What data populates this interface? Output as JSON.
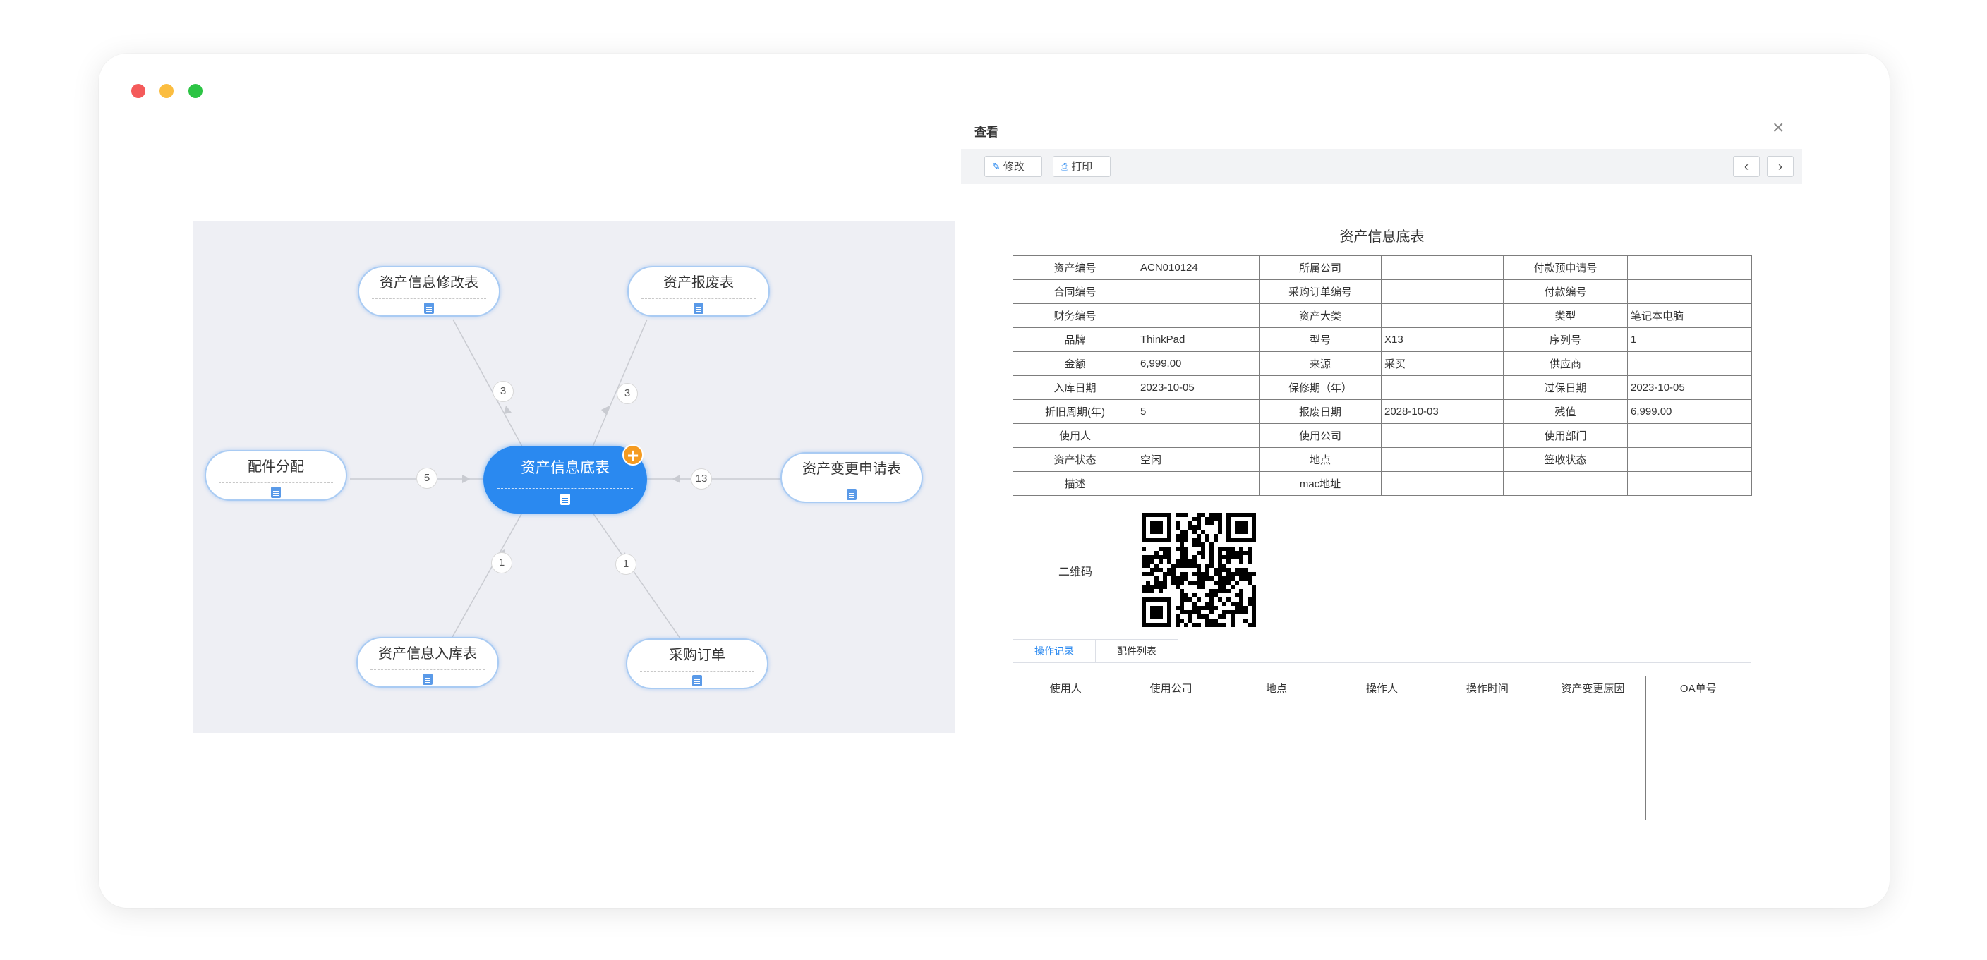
{
  "mindmap": {
    "center": {
      "label": "资产信息底表"
    },
    "nodes": [
      {
        "label": "资产信息修改表",
        "count": "3"
      },
      {
        "label": "资产报废表",
        "count": "3"
      },
      {
        "label": "配件分配",
        "count": "5"
      },
      {
        "label": "资产变更申请表",
        "count": "13"
      },
      {
        "label": "资产信息入库表",
        "count": "1"
      },
      {
        "label": "采购订单",
        "count": "1"
      }
    ]
  },
  "panel": {
    "title": "查看",
    "toolbar": {
      "edit_label": "修改",
      "print_label": "打印"
    },
    "doc_title": "资产信息底表",
    "table_rows": [
      [
        "资产编号",
        "ACN010124",
        "所属公司",
        "",
        "付款预申请号",
        ""
      ],
      [
        "合同编号",
        "",
        "采购订单编号",
        "",
        "付款编号",
        ""
      ],
      [
        "财务编号",
        "",
        "资产大类",
        "",
        "类型",
        "笔记本电脑"
      ],
      [
        "品牌",
        "ThinkPad",
        "型号",
        "X13",
        "序列号",
        "1"
      ],
      [
        "金额",
        "6,999.00",
        "来源",
        "采买",
        "供应商",
        ""
      ],
      [
        "入库日期",
        "2023-10-05",
        "保修期（年）",
        "",
        "过保日期",
        "2023-10-05"
      ],
      [
        "折旧周期(年)",
        "5",
        "报废日期",
        "2028-10-03",
        "残值",
        "6,999.00"
      ],
      [
        "使用人",
        "",
        "使用公司",
        "",
        "使用部门",
        ""
      ],
      [
        "资产状态",
        "空闲",
        "地点",
        "",
        "签收状态",
        ""
      ],
      [
        "描述",
        "",
        "mac地址",
        "",
        "",
        ""
      ]
    ],
    "qr_label": "二维码",
    "tabs": [
      "操作记录",
      "配件列表"
    ],
    "log_headers": [
      "使用人",
      "使用公司",
      "地点",
      "操作人",
      "操作时间",
      "资产变更原因",
      "OA单号"
    ]
  }
}
